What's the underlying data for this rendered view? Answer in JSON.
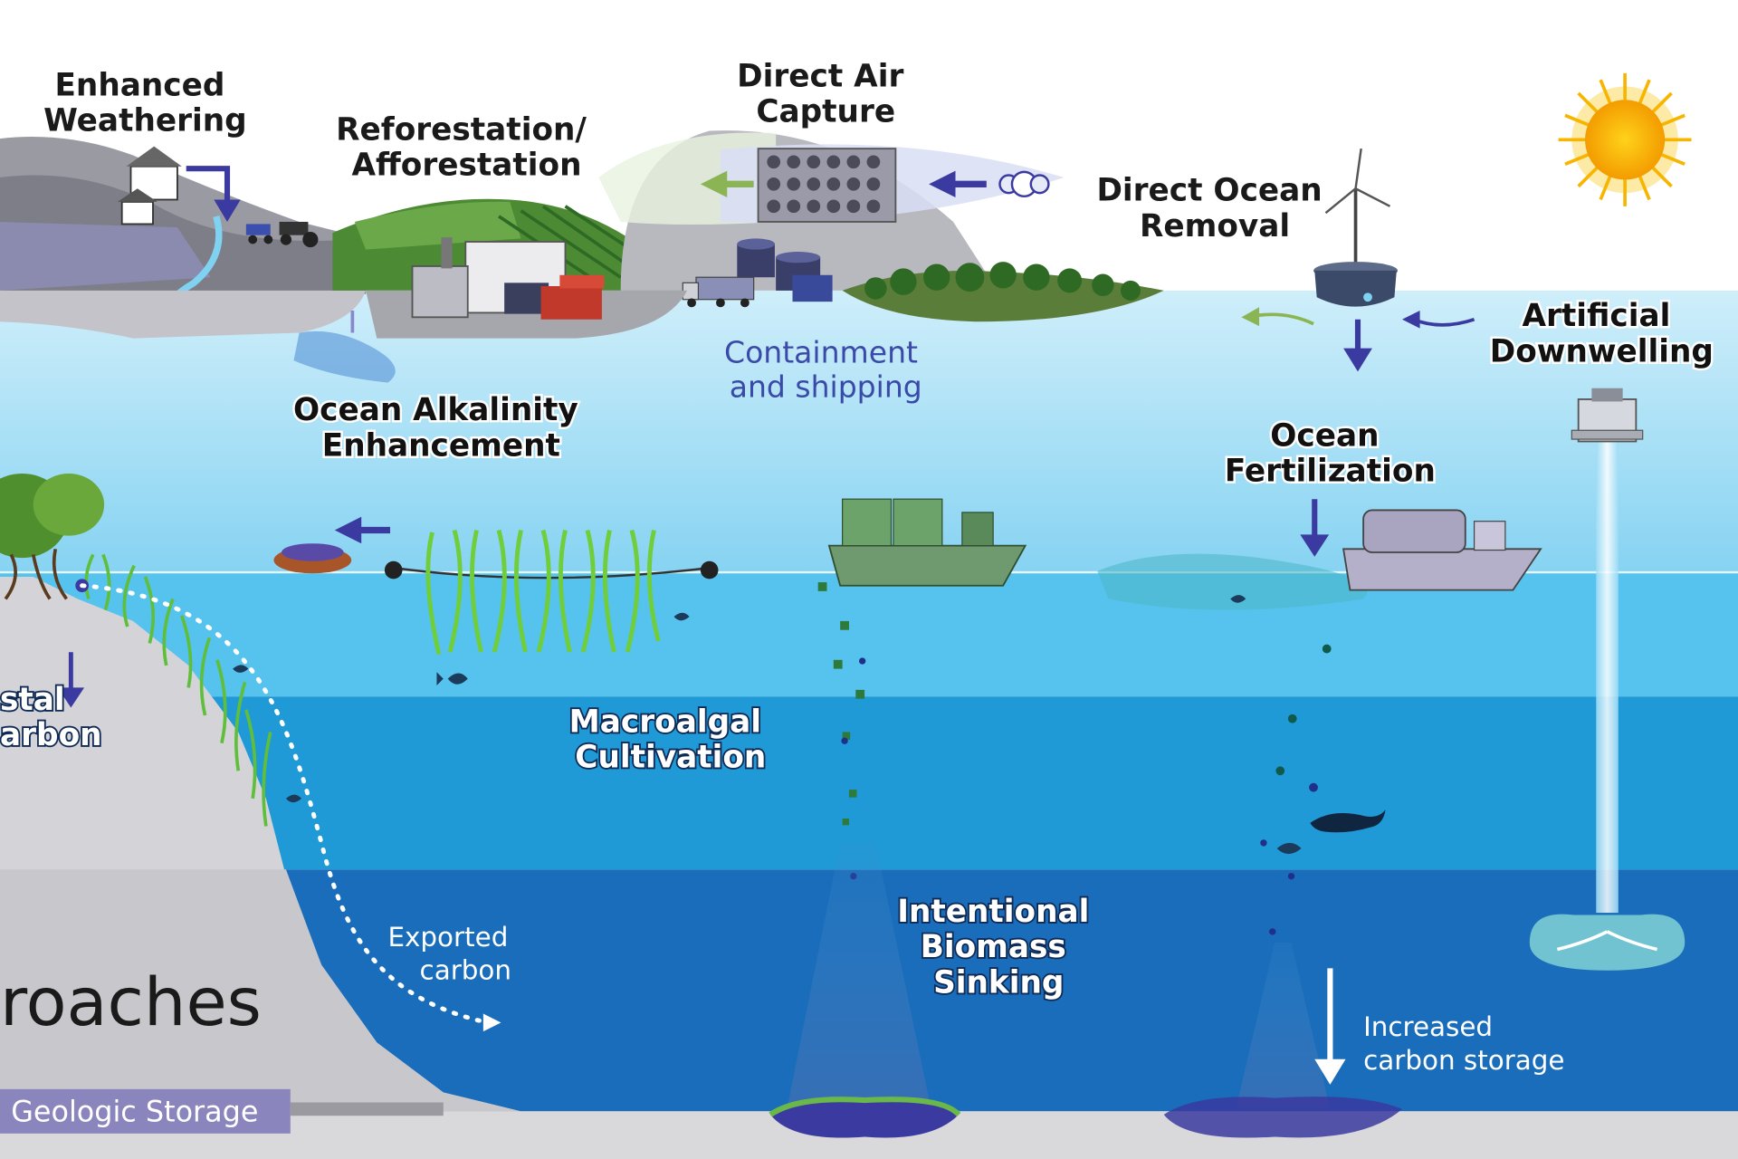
{
  "labels": {
    "enhanced_weathering": [
      "Enhanced",
      "Weathering"
    ],
    "reforestation": [
      "Reforestation/",
      "Afforestation"
    ],
    "direct_air_capture": [
      "Direct Air",
      "Capture"
    ],
    "direct_ocean_removal": [
      "Direct Ocean",
      "Removal"
    ],
    "artificial_downwelling": [
      "Artificial",
      "Downwelling"
    ],
    "containment_shipping": [
      "Containment",
      "and shipping"
    ],
    "ocean_alkalinity": [
      "Ocean Alkalinity",
      "Enhancement"
    ],
    "ocean_fertilization": [
      "Ocean",
      "Fertilization"
    ],
    "coastal_carbon": [
      "stal",
      "arbon"
    ],
    "macroalgal": [
      "Macroalgal",
      "Cultivation"
    ],
    "biomass_sinking": [
      "Intentional",
      "Biomass",
      "Sinking"
    ],
    "exported_carbon": [
      "Exported",
      "carbon"
    ],
    "increased_storage": [
      "Increased",
      "carbon storage"
    ],
    "approaches": "roaches",
    "geologic_storage": "Geologic Storage"
  },
  "colors": {
    "sky": "#ffffff",
    "ocean_surface": "#a9ddf3",
    "ocean_upper": "#56c3ee",
    "ocean_mid": "#1f9ad6",
    "ocean_deep": "#1a6dbb",
    "land_grey": "#b9b9bd",
    "sediment": "#d9d9db",
    "arrow_blue": "#3a3aa0",
    "arrow_green": "#8bb554",
    "sun": "#f7b500",
    "forest": "#3f7d2f",
    "kelp": "#6fce3a"
  },
  "icons": [
    "sun-icon",
    "wind-turbine-icon",
    "ship-icon",
    "tanker-icon",
    "factory-icon",
    "dac-unit-icon",
    "truck-icon",
    "tractor-icon",
    "fish-icon",
    "seal-icon",
    "kelp-icon",
    "tree-icon",
    "buoy-icon",
    "downwelling-pipe-icon",
    "co2-molecule-icon"
  ]
}
